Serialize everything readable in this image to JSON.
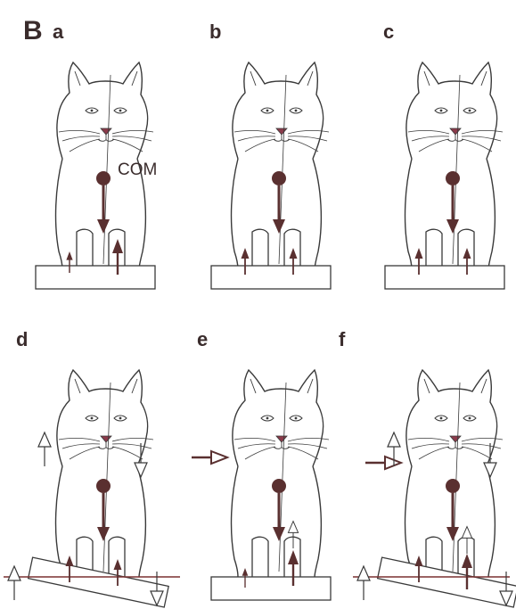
{
  "figure": {
    "big_label": "B",
    "panels": [
      {
        "id": "a",
        "label": "a",
        "annotation": "COM"
      },
      {
        "id": "b",
        "label": "b"
      },
      {
        "id": "c",
        "label": "c"
      },
      {
        "id": "d",
        "label": "d"
      },
      {
        "id": "e",
        "label": "e"
      },
      {
        "id": "f",
        "label": "f"
      }
    ]
  },
  "colors": {
    "outline": "#3a3a3a",
    "arrow": "#5a3030",
    "label": "#3a2c2c",
    "support_line": "#7a3030"
  }
}
